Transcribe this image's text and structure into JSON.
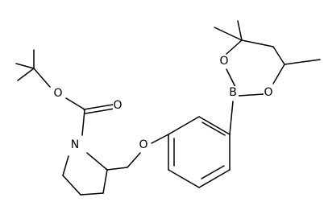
{
  "molecule": {
    "atoms": {
      "o_carbonyl": "O",
      "o_ester": "O",
      "n": "N",
      "o_ether": "O",
      "b": "B",
      "o_ring_upper": "O",
      "o_ring_right": "O"
    },
    "colors": {
      "bond": "#000000",
      "label": "#000000",
      "background": "#ffffff"
    }
  }
}
